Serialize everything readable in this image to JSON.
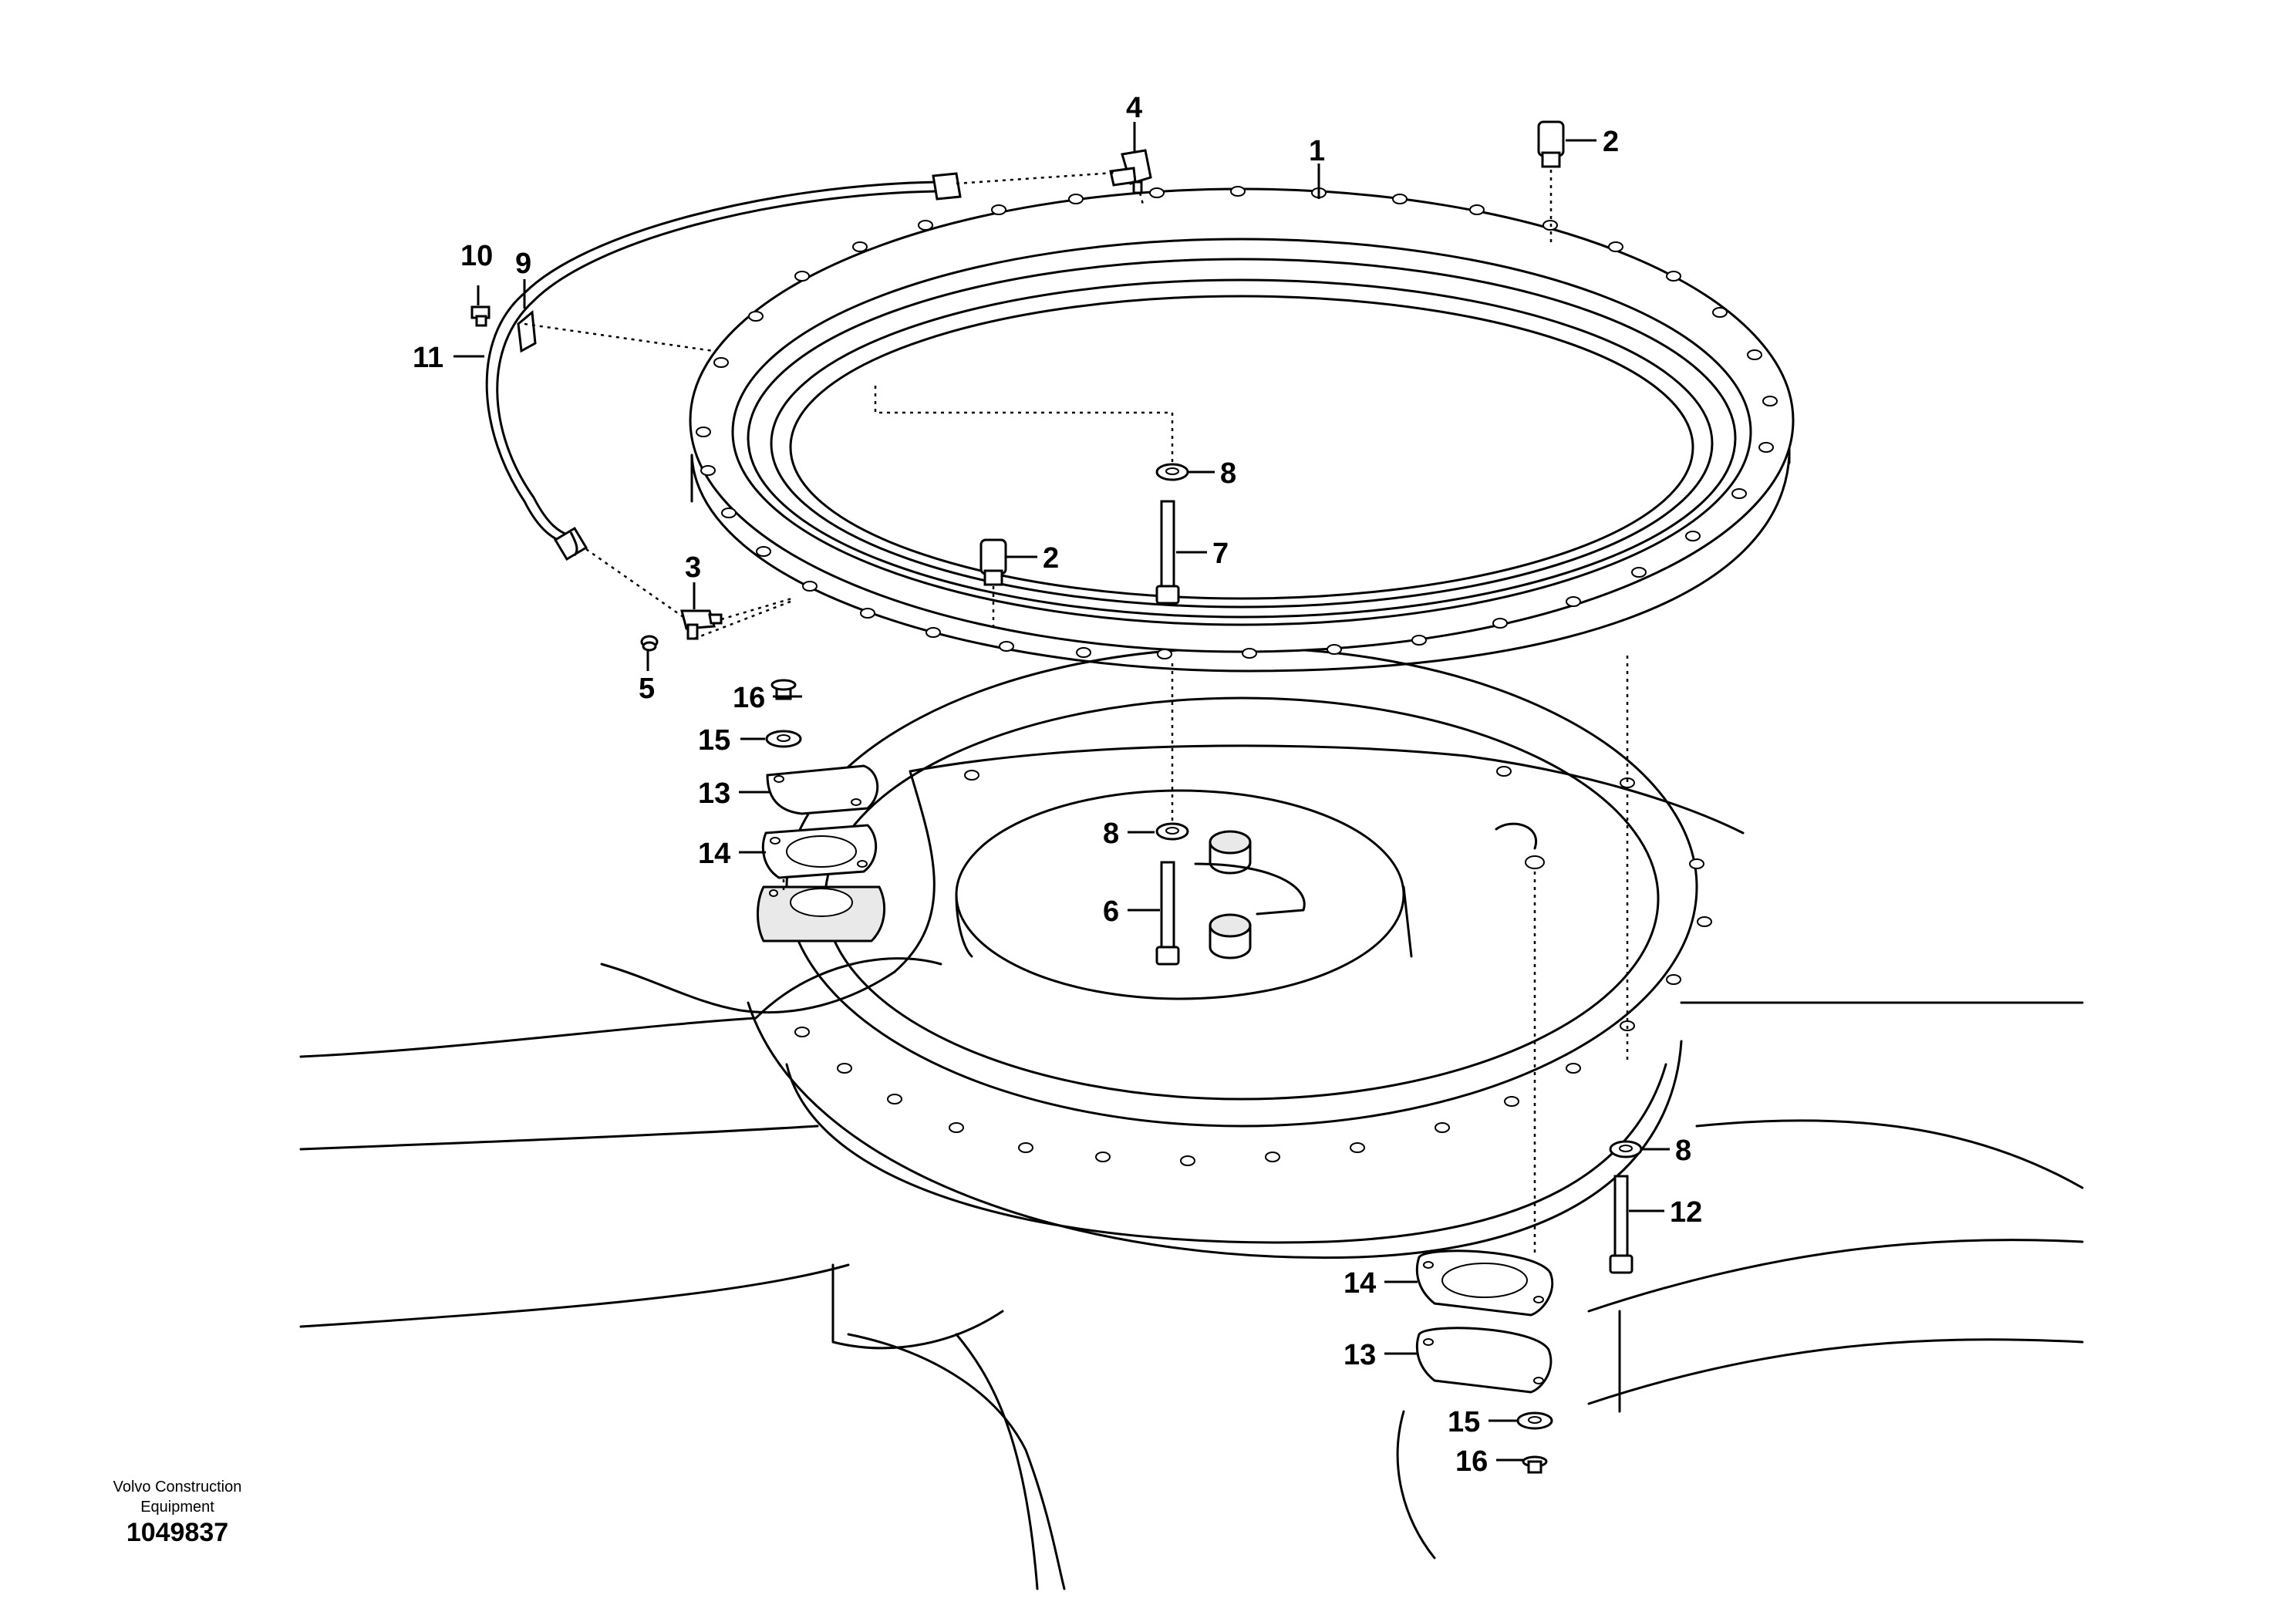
{
  "callouts": {
    "c1": "1",
    "c2a": "2",
    "c2b": "2",
    "c3": "3",
    "c4": "4",
    "c5": "5",
    "c6": "6",
    "c7": "7",
    "c8a": "8",
    "c8b": "8",
    "c8c": "8",
    "c9": "9",
    "c10": "10",
    "c11": "11",
    "c12": "12",
    "c13a": "13",
    "c13b": "13",
    "c14a": "14",
    "c14b": "14",
    "c15a": "15",
    "c15b": "15",
    "c16a": "16",
    "c16b": "16"
  },
  "footer": {
    "brand_line1": "Volvo Construction",
    "brand_line2": "Equipment",
    "doc_number": "1049837"
  }
}
